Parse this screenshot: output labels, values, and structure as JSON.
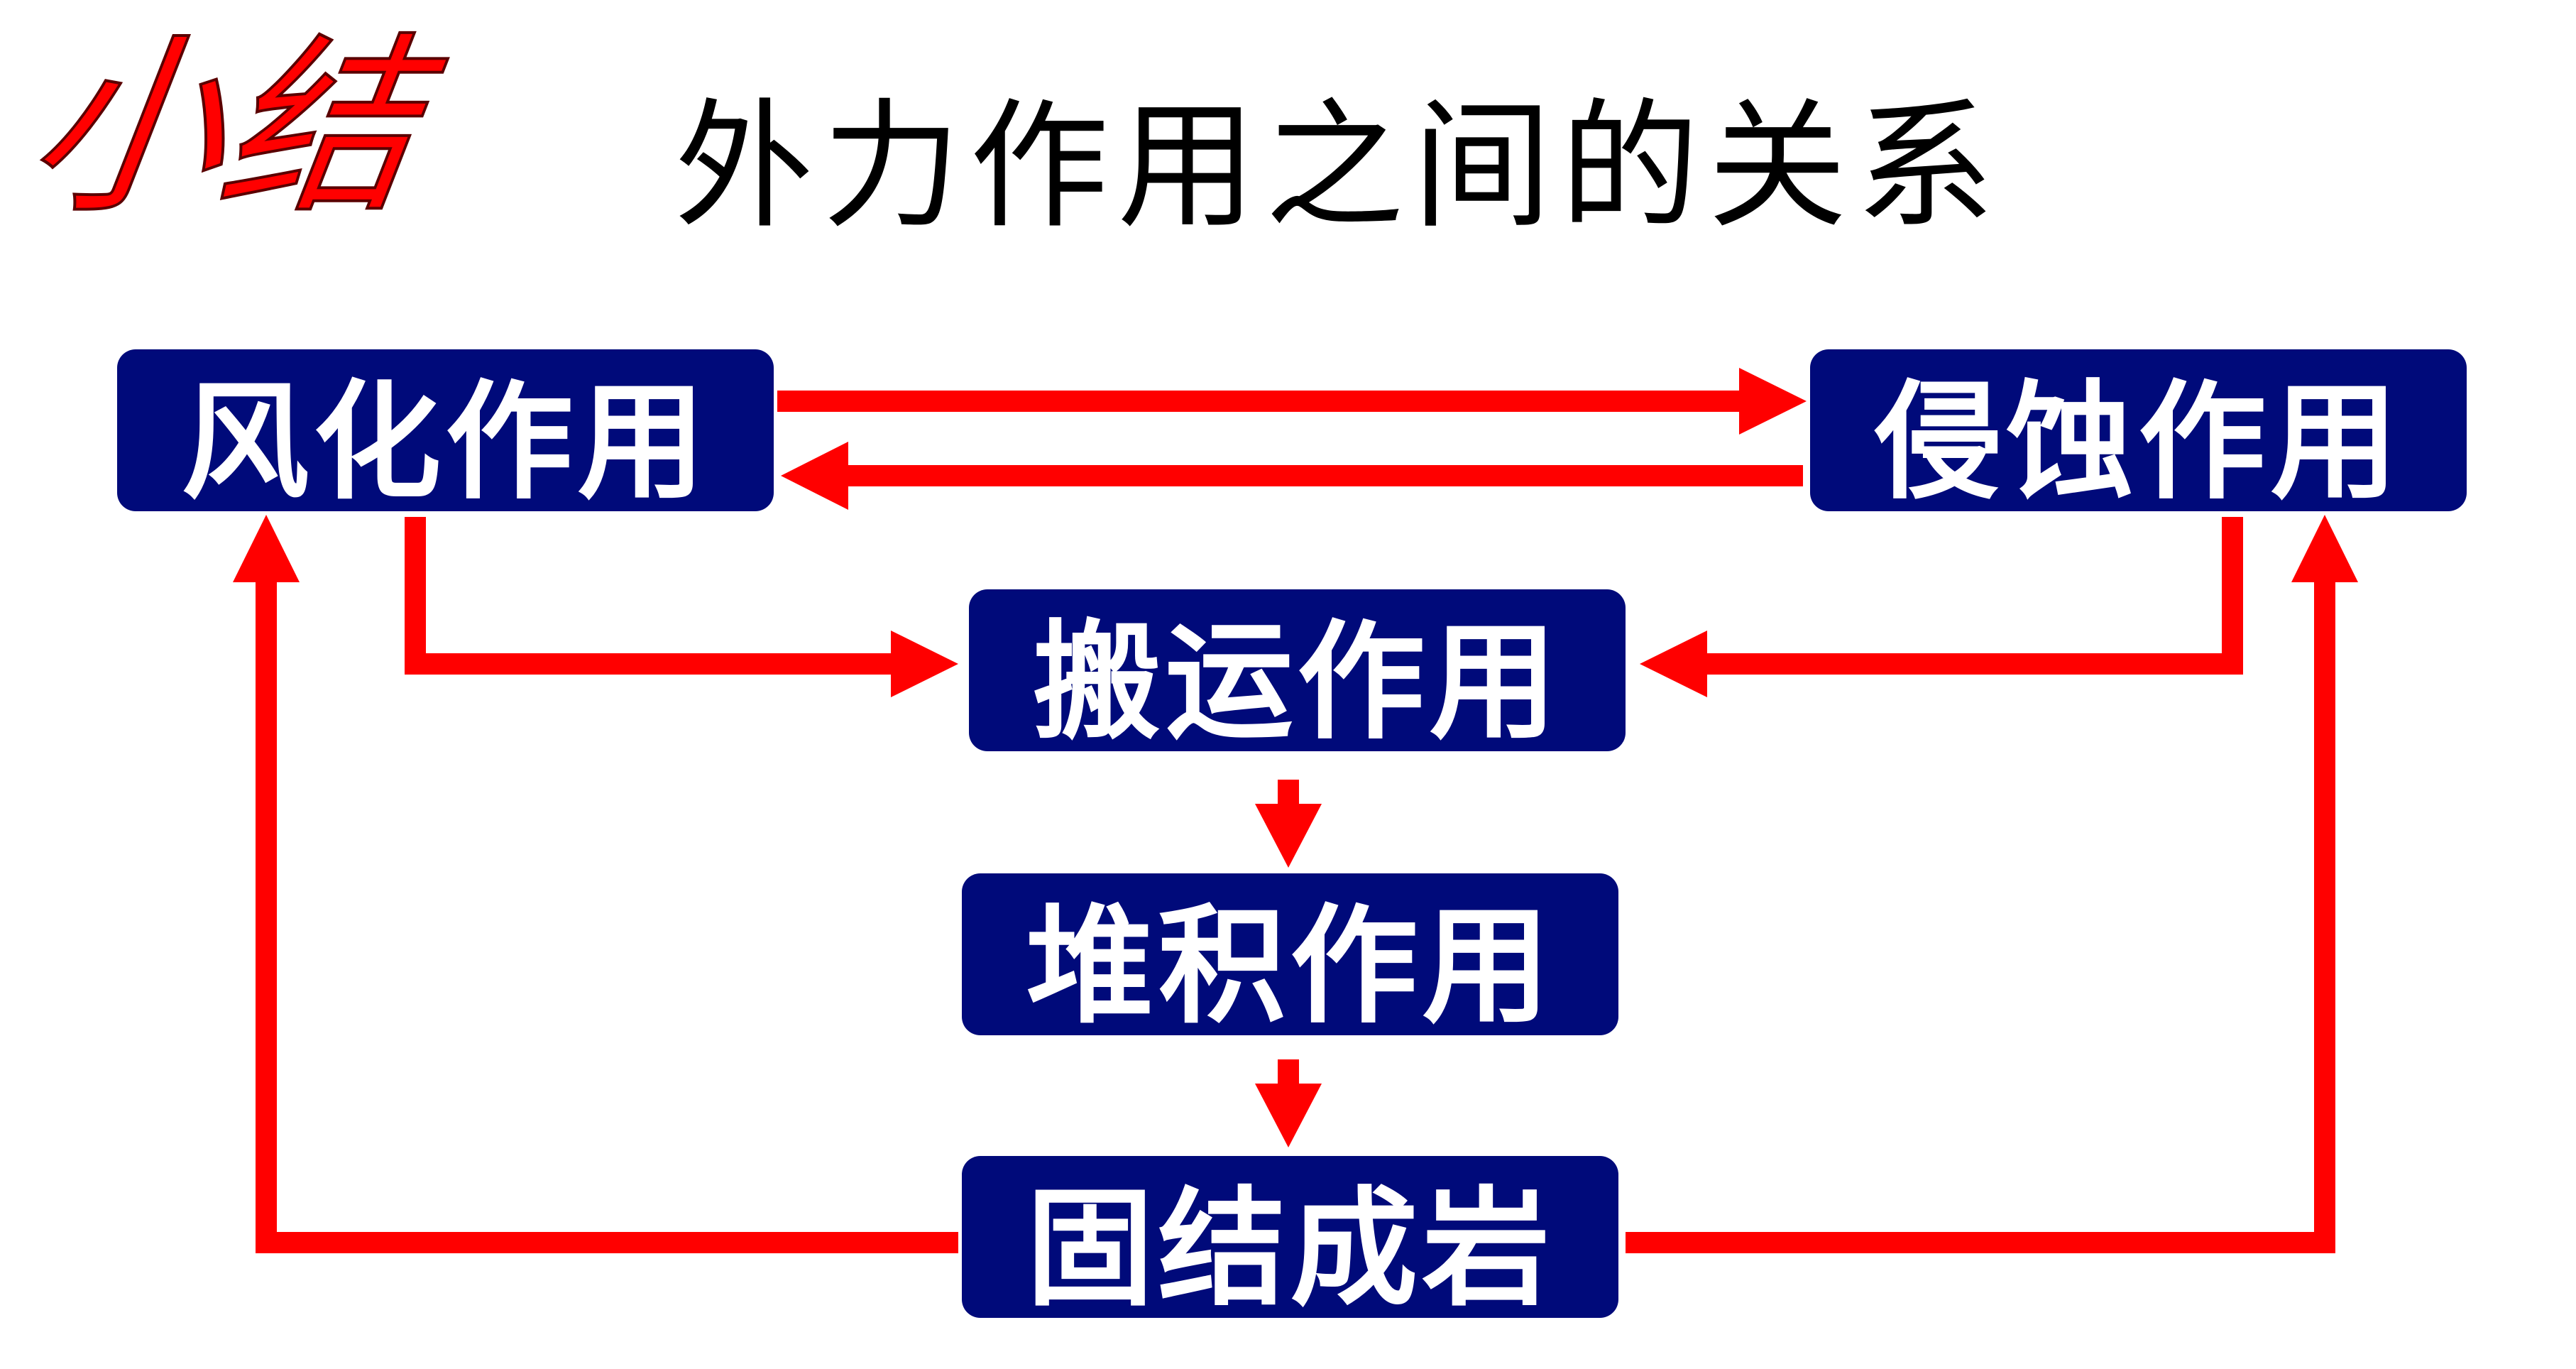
{
  "title": {
    "tag": "小结",
    "main": "外力作用之间的关系"
  },
  "nodes": {
    "weathering": "风化作用",
    "erosion": "侵蚀作用",
    "transport": "搬运作用",
    "deposition": "堆积作用",
    "lithification": "固结成岩"
  },
  "colors": {
    "box_fill": "#000a7a",
    "box_text": "#ffffff",
    "arrow": "#ff0000",
    "title_tag": "#ff0000",
    "title_main": "#000000"
  }
}
